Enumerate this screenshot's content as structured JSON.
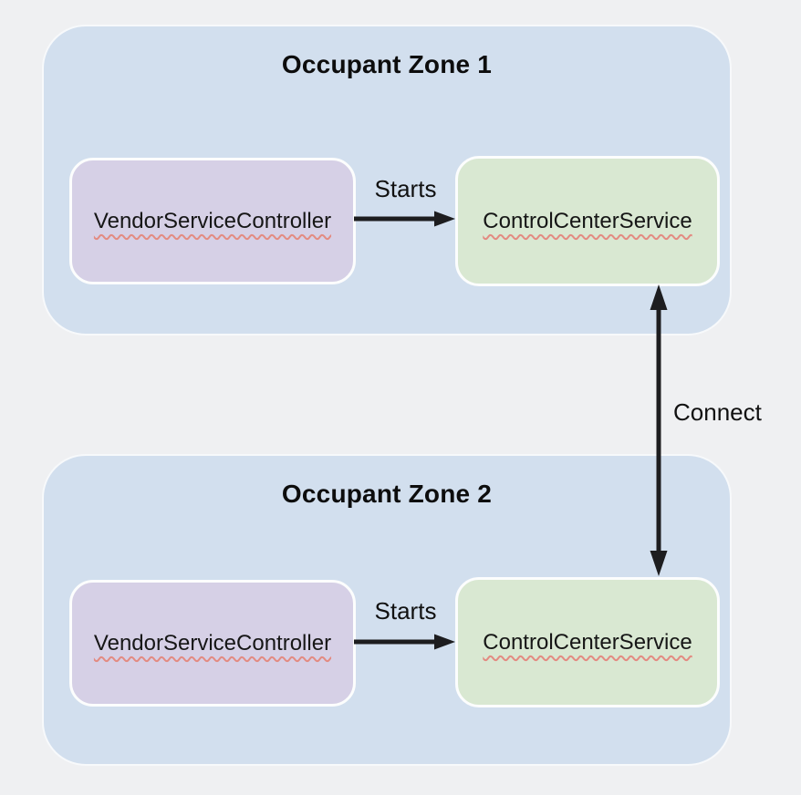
{
  "diagram": {
    "zones": [
      {
        "title": "Occupant Zone 1",
        "controller": {
          "label": "VendorServiceController"
        },
        "service": {
          "label": "ControlCenterService"
        },
        "starts_label": "Starts"
      },
      {
        "title": "Occupant Zone 2",
        "controller": {
          "label": "VendorServiceController"
        },
        "service": {
          "label": "ControlCenterService"
        },
        "starts_label": "Starts"
      }
    ],
    "connect": {
      "label": "Connect"
    },
    "colors": {
      "background": "#eff0f2",
      "zone_fill": "#d2dfee",
      "controller_fill": "#d6d0e6",
      "service_fill": "#d9e8d2",
      "node_border": "#fcfdfd",
      "arrow": "#1d1d1f",
      "text": "#111111",
      "spellcheck_underline": "#e38b82"
    }
  }
}
